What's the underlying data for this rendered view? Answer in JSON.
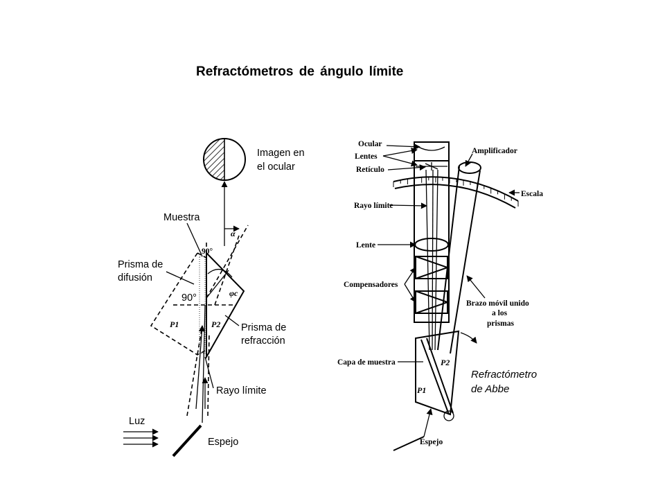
{
  "title": "Refractómetros de ángulo límite",
  "left_diagram": {
    "labels": {
      "imagen": [
        "Imagen en",
        "el ocular"
      ],
      "muestra": "Muestra",
      "angle_90_small": "90°",
      "alpha": "α",
      "prisma_difusion": [
        "Prisma de",
        "difusión"
      ],
      "angle_90_big": "90°",
      "phi_c": "φc",
      "p1": "P1",
      "p2": "P2",
      "prisma_refraccion": [
        "Prisma de",
        "refracción"
      ],
      "rayo_limite": "Rayo límite",
      "luz": "Luz",
      "espejo": "Espejo"
    }
  },
  "right_diagram": {
    "labels": {
      "ocular": "Ocular",
      "lentes": "Lentes",
      "reticulo": "Retículo",
      "amplificador": "Amplificador",
      "escala": "Escala",
      "rayo_limite": "Rayo límite",
      "lente": "Lente",
      "compensadores": "Compensadores",
      "brazo": [
        "Brazo móvil unido",
        "a los",
        "prismas"
      ],
      "capa_muestra": "Capa de muestra",
      "p1": "P1",
      "p2": "P2",
      "abbe": [
        "Refractómetro",
        "de Abbe"
      ],
      "espejo": "Espejo"
    }
  }
}
